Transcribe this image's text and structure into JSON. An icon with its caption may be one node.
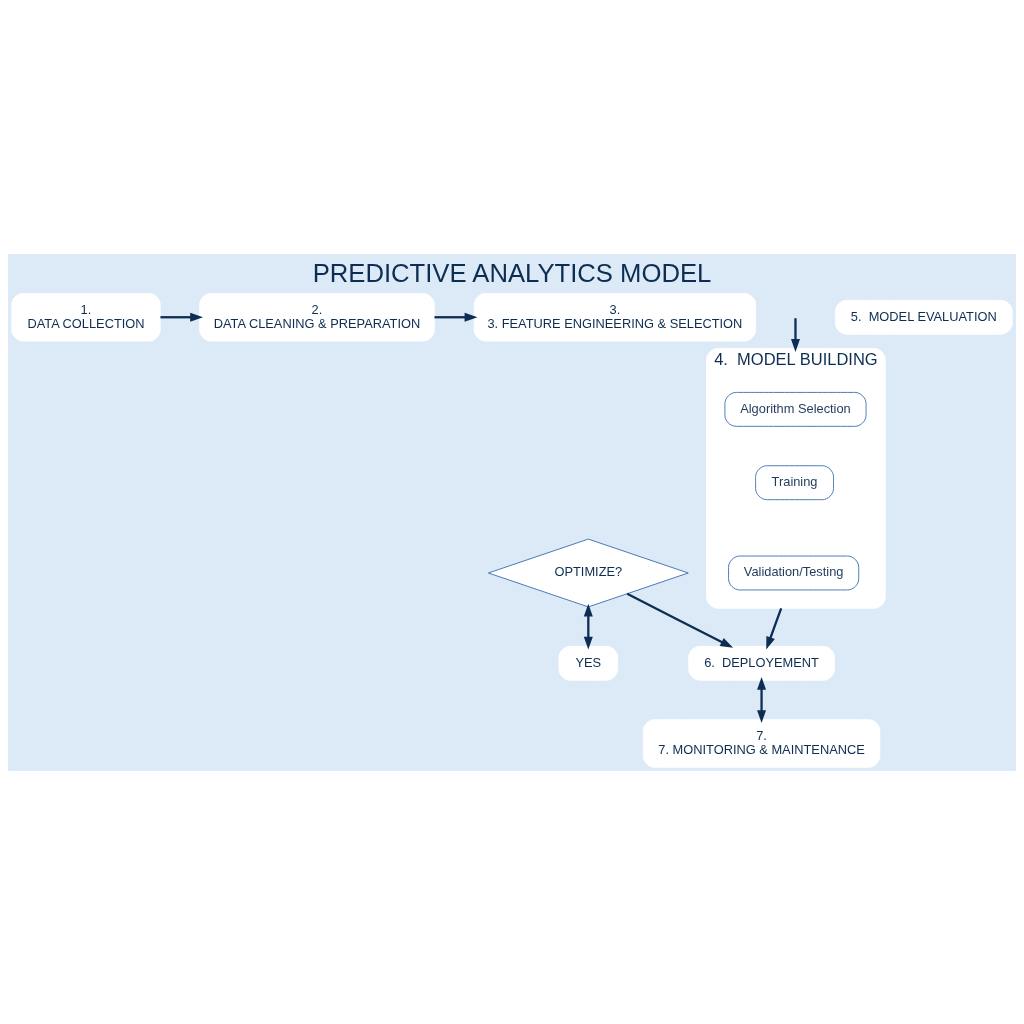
{
  "diagram": {
    "title": "PREDICTIVE ANALYTICS MODEL",
    "nodes": [
      {
        "text": [
          "1.",
          "DATA COLLECTION"
        ]
      },
      {
        "text": [
          "2.",
          "DATA CLEANING & PREPARATION"
        ]
      },
      {
        "text": [
          "3.",
          "3. FEATURE ENGINEERING & SELECTION"
        ]
      },
      {
        "text": [
          "4.  MODEL BUILDING"
        ]
      },
      {
        "text": [
          "Algorithm Selection"
        ],
        "in": 3
      },
      {
        "text": [
          "Training"
        ],
        "in": 3
      },
      {
        "text": [
          "Validation/Testing"
        ],
        "in": 3
      },
      {
        "text": [
          "YES"
        ]
      },
      {
        "text": [
          "OPTIMIZE?"
        ]
      },
      {
        "text": [
          "5.  MODEL EVALUATION"
        ]
      },
      {
        "text": [
          "6.  DEPLOYEMENT"
        ]
      },
      {
        "text": [
          "7.",
          "7. MONITORING & MAINTENANCE"
        ]
      }
    ],
    "edges": [
      {
        "from": 0,
        "to": 1,
        "arrow": "to"
      },
      {
        "from": 1,
        "to": 2,
        "arrow": "to"
      },
      {
        "from": null,
        "to": 3,
        "arrow": "to"
      },
      {
        "from": 8,
        "to": 7,
        "arrow": "both"
      },
      {
        "from": 8,
        "to": 10,
        "arrow": "to"
      },
      {
        "from": 3,
        "to": 10,
        "arrow": "to"
      },
      {
        "from": 10,
        "to": 11,
        "arrow": "both"
      }
    ]
  }
}
